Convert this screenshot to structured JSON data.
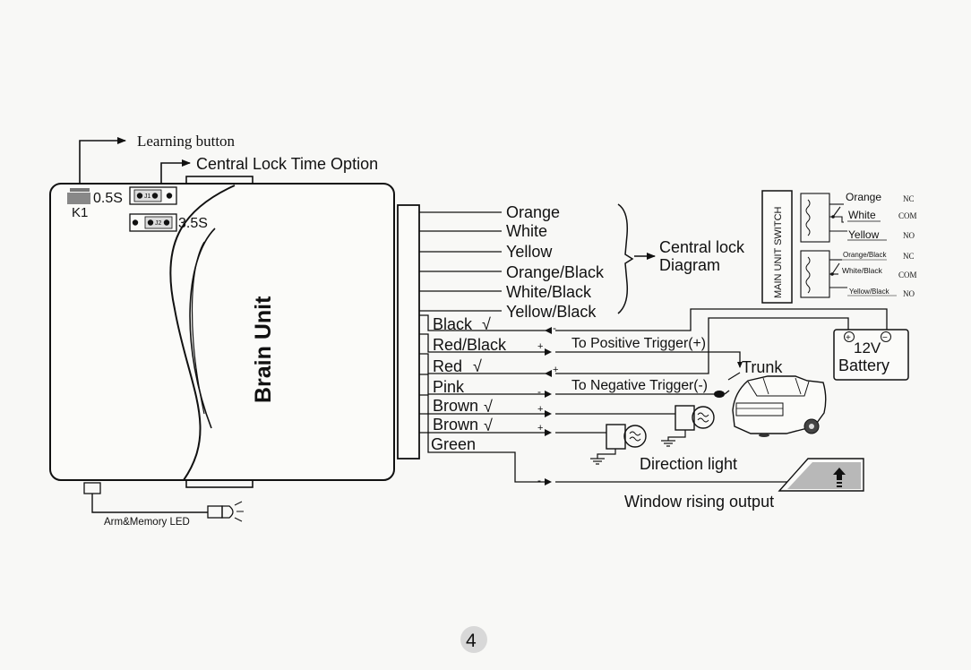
{
  "top_labels": {
    "learning_button": "Learning button",
    "central_lock_time_option": "Central Lock Time Option"
  },
  "brain_unit": {
    "title": "Brain Unit",
    "k1": "K1",
    "time_05": "0.5S",
    "time_35": "3.5S",
    "j1": "J1",
    "j2": "J2",
    "led_label": "Arm&Memory LED"
  },
  "central_lock_wires": [
    "Orange",
    "White",
    "Yellow",
    "Orange/Black",
    "White/Black",
    "Yellow/Black"
  ],
  "central_lock_diagram_label": [
    "Central lock",
    "Diagram"
  ],
  "main_unit_switch": {
    "title": "MAIN UNIT SWITCH",
    "relay1": [
      {
        "wire": "Orange",
        "terminal": "NC"
      },
      {
        "wire": "White",
        "terminal": "COM"
      },
      {
        "wire": "Yellow",
        "terminal": "NO"
      }
    ],
    "relay2": [
      {
        "wire": "Orange/Black",
        "terminal": "NC"
      },
      {
        "wire": "White/Black",
        "terminal": "COM"
      },
      {
        "wire": "Yellow/Black",
        "terminal": "NO"
      }
    ]
  },
  "main_wires": [
    {
      "label": "Black",
      "check": "√",
      "polarity": "-"
    },
    {
      "label": "Red/Black",
      "check": "",
      "polarity": "+"
    },
    {
      "label": "Red",
      "check": "√",
      "polarity": "+"
    },
    {
      "label": "Pink",
      "check": "",
      "polarity": "-"
    },
    {
      "label": "Brown",
      "check": "√",
      "polarity": "+"
    },
    {
      "label": "Brown",
      "check": "√",
      "polarity": "+"
    },
    {
      "label": "Green",
      "check": "",
      "polarity": "-"
    }
  ],
  "triggers": {
    "positive": "To Positive Trigger(+)",
    "negative": "To Negative Trigger(-)"
  },
  "battery": {
    "voltage": "12V",
    "label": "Battery",
    "plus": "+",
    "minus": "−"
  },
  "outputs": {
    "trunk": "Trunk",
    "direction_light": "Direction light",
    "window_rising": "Window rising output"
  },
  "page_number": "4"
}
